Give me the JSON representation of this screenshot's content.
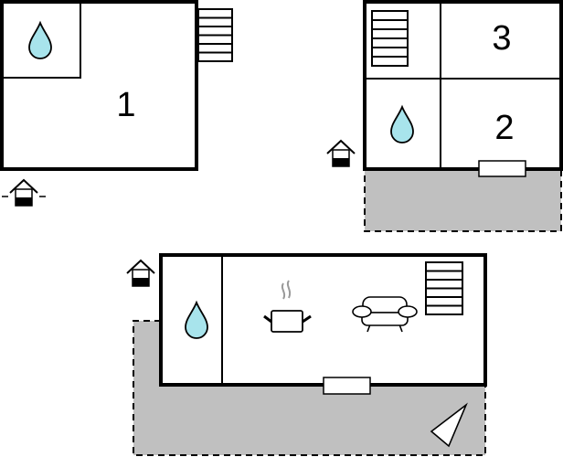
{
  "plan": {
    "rooms": [
      {
        "label": "1"
      },
      {
        "label": "2"
      },
      {
        "label": "3"
      }
    ],
    "colors": {
      "terrace": "#c0c0c0",
      "water": "#a8e4ec",
      "wall": "#000000",
      "steam": "#999999"
    }
  }
}
